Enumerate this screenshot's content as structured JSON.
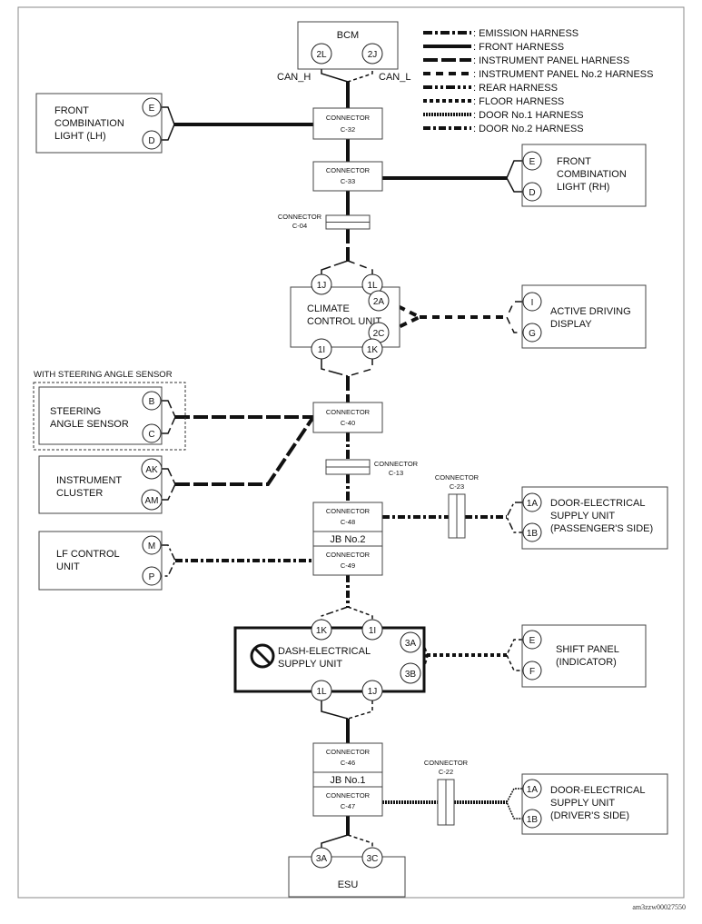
{
  "legend": [
    {
      "style": "emission",
      "label": ": EMISSION HARNESS"
    },
    {
      "style": "front",
      "label": ": FRONT HARNESS"
    },
    {
      "style": "ip",
      "label": ": INSTRUMENT PANEL HARNESS"
    },
    {
      "style": "ip2",
      "label": ": INSTRUMENT PANEL No.2 HARNESS"
    },
    {
      "style": "rear",
      "label": ": REAR HARNESS"
    },
    {
      "style": "floor",
      "label": ": FLOOR HARNESS"
    },
    {
      "style": "door1",
      "label": ": DOOR No.1 HARNESS"
    },
    {
      "style": "door2",
      "label": ": DOOR No.2 HARNESS"
    }
  ],
  "bcm": {
    "name": "BCM",
    "pin_left": "2L",
    "pin_right": "2J",
    "can_h": "CAN_H",
    "can_l": "CAN_L"
  },
  "connector_word": "CONNECTOR",
  "connectors": {
    "c32": "C-32",
    "c33": "C-33",
    "c04": "C-04",
    "c40": "C-40",
    "c13": "C-13",
    "c48": "C-48",
    "c49": "C-49",
    "c23": "C-23",
    "c46": "C-46",
    "c47": "C-47",
    "c22": "C-22"
  },
  "jb2": "JB No.2",
  "jb1": "JB No.1",
  "front_light_lh": {
    "lines": [
      "FRONT",
      "COMBINATION",
      "LIGHT (LH)"
    ],
    "pins": [
      "E",
      "D"
    ]
  },
  "front_light_rh": {
    "lines": [
      "FRONT",
      "COMBINATION",
      "LIGHT (RH)"
    ],
    "pins": [
      "E",
      "D"
    ]
  },
  "climate": {
    "lines": [
      "CLIMATE",
      "CONTROL UNIT"
    ],
    "pins_top": [
      "1J",
      "1L"
    ],
    "pins_right": [
      "2A",
      "2C"
    ],
    "pins_bottom": [
      "1I",
      "1K"
    ]
  },
  "active_display": {
    "lines": [
      "ACTIVE DRIVING",
      "DISPLAY"
    ],
    "pins": [
      "I",
      "G"
    ]
  },
  "steering_group": "WITH STEERING ANGLE SENSOR",
  "steering": {
    "lines": [
      "STEERING",
      "ANGLE SENSOR"
    ],
    "pins": [
      "B",
      "C"
    ]
  },
  "cluster": {
    "lines": [
      "INSTRUMENT",
      "CLUSTER"
    ],
    "pins": [
      "AK",
      "AM"
    ]
  },
  "lf_unit": {
    "lines": [
      "LF CONTROL",
      "UNIT"
    ],
    "pins": [
      "M",
      "P"
    ]
  },
  "door_pass": {
    "lines": [
      "DOOR-ELECTRICAL",
      "SUPPLY UNIT",
      "(PASSENGER'S SIDE)"
    ],
    "pins": [
      "1A",
      "1B"
    ]
  },
  "dash": {
    "lines": [
      "DASH-ELECTRICAL",
      "SUPPLY UNIT"
    ],
    "pins_top": [
      "1K",
      "1I"
    ],
    "pins_right": [
      "3A",
      "3B"
    ],
    "pins_bottom": [
      "1L",
      "1J"
    ]
  },
  "shift": {
    "lines": [
      "SHIFT PANEL",
      "(INDICATOR)"
    ],
    "pins": [
      "E",
      "F"
    ]
  },
  "door_drv": {
    "lines": [
      "DOOR-ELECTRICAL",
      "SUPPLY UNIT",
      "(DRIVER'S SIDE)"
    ],
    "pins": [
      "1A",
      "1B"
    ]
  },
  "esu": {
    "name": "ESU",
    "pins": [
      "3A",
      "3C"
    ]
  },
  "figure_id": "am3zzw00027550"
}
